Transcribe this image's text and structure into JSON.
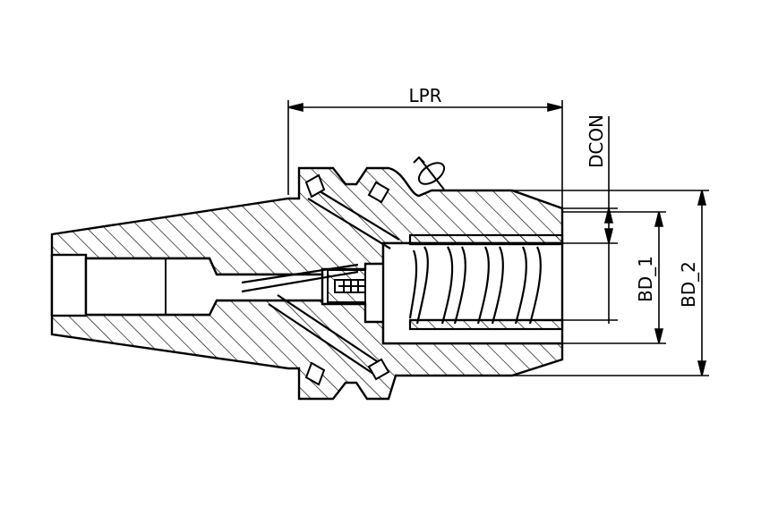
{
  "labels": {
    "lpr": "LPR",
    "dcon": "DCON",
    "bd1": "BD_1",
    "bd2": "BD_2"
  },
  "colors": {
    "line": "#000000",
    "background": "#ffffff"
  }
}
